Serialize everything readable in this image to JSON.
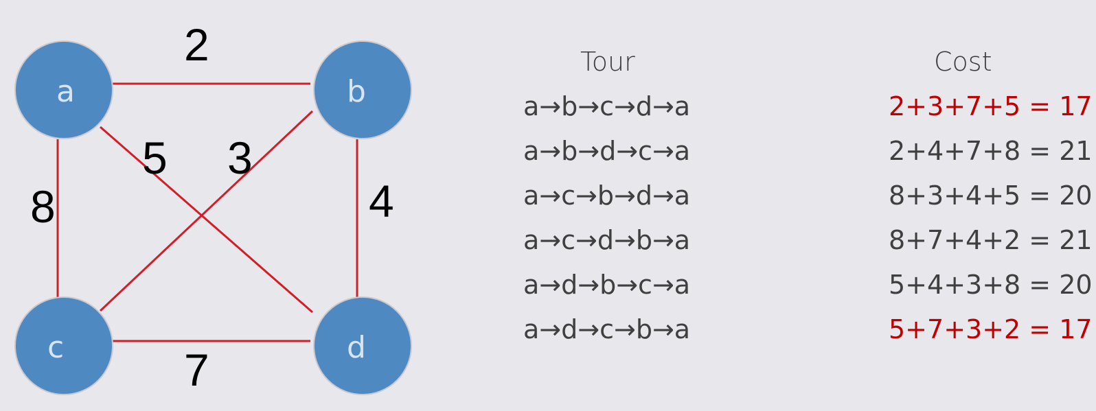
{
  "graph": {
    "nodes": [
      {
        "id": "a",
        "label": "a"
      },
      {
        "id": "b",
        "label": "b"
      },
      {
        "id": "c",
        "label": "c"
      },
      {
        "id": "d",
        "label": "d"
      }
    ],
    "edges": [
      {
        "from": "a",
        "to": "b",
        "weight": "2"
      },
      {
        "from": "a",
        "to": "c",
        "weight": "8"
      },
      {
        "from": "a",
        "to": "d",
        "weight": "5"
      },
      {
        "from": "b",
        "to": "c",
        "weight": "3"
      },
      {
        "from": "b",
        "to": "d",
        "weight": "4"
      },
      {
        "from": "c",
        "to": "d",
        "weight": "7"
      }
    ],
    "node_color": "#4f89c2",
    "edge_color": "#d01f28"
  },
  "table": {
    "tour_header": "Tour",
    "cost_header": "Cost",
    "rows": [
      {
        "tour": "a→b→c→d→a",
        "cost": "2+3+7+5 = 17",
        "highlight": true
      },
      {
        "tour": "a→b→d→c→a",
        "cost": "2+4+7+8 = 21",
        "highlight": false
      },
      {
        "tour": "a→c→b→d→a",
        "cost": "8+3+4+5 = 20",
        "highlight": false
      },
      {
        "tour": "a→c→d→b→a",
        "cost": "8+7+4+2 = 21",
        "highlight": false
      },
      {
        "tour": "a→d→b→c→a",
        "cost": "5+4+3+8 = 20",
        "highlight": false
      },
      {
        "tour": "a→d→c→b→a",
        "cost": "5+7+3+2 = 17",
        "highlight": true
      }
    ],
    "highlight_color": "#c00000"
  }
}
